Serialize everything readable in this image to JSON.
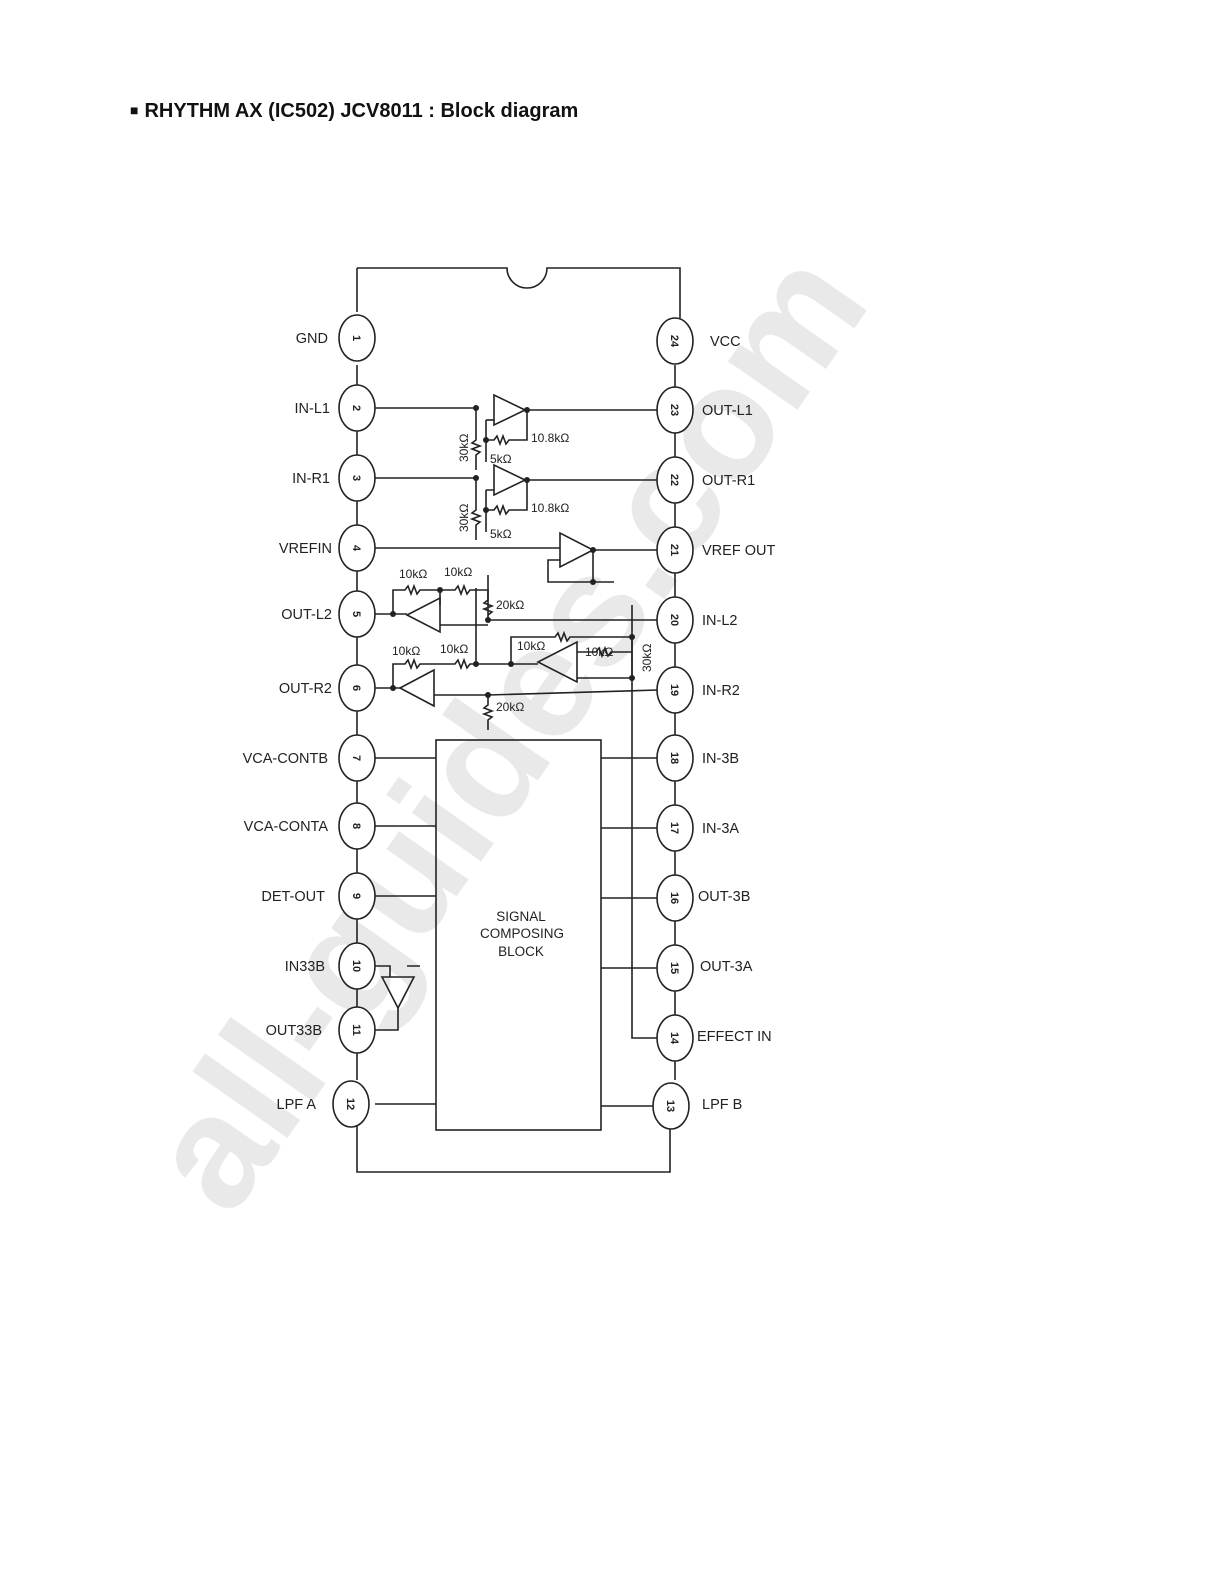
{
  "title": "RHYTHM AX (IC502) JCV8011 : Block diagram",
  "watermark": "all-guides.com",
  "block": {
    "lines": [
      "SIGNAL",
      "COMPOSING",
      "BLOCK"
    ]
  },
  "pins_left": [
    {
      "num": "1",
      "label": "GND"
    },
    {
      "num": "2",
      "label": "IN-L1"
    },
    {
      "num": "3",
      "label": "IN-R1"
    },
    {
      "num": "4",
      "label": "VREFIN"
    },
    {
      "num": "5",
      "label": "OUT-L2"
    },
    {
      "num": "6",
      "label": "OUT-R2"
    },
    {
      "num": "7",
      "label": "VCA-CONTB"
    },
    {
      "num": "8",
      "label": "VCA-CONTA"
    },
    {
      "num": "9",
      "label": "DET-OUT"
    },
    {
      "num": "10",
      "label": "IN33B"
    },
    {
      "num": "11",
      "label": "OUT33B"
    },
    {
      "num": "12",
      "label": "LPF A"
    }
  ],
  "pins_right": [
    {
      "num": "24",
      "label": "VCC"
    },
    {
      "num": "23",
      "label": "OUT-L1"
    },
    {
      "num": "22",
      "label": "OUT-R1"
    },
    {
      "num": "21",
      "label": "VREF OUT"
    },
    {
      "num": "20",
      "label": "IN-L2"
    },
    {
      "num": "19",
      "label": "IN-R2"
    },
    {
      "num": "18",
      "label": "IN-3B"
    },
    {
      "num": "17",
      "label": "IN-3A"
    },
    {
      "num": "16",
      "label": "OUT-3B"
    },
    {
      "num": "15",
      "label": "OUT-3A"
    },
    {
      "num": "14",
      "label": "EFFECT IN"
    },
    {
      "num": "13",
      "label": "LPF B"
    }
  ],
  "resistors": {
    "r1_fb": "10.8kΩ",
    "r1_in": "30kΩ",
    "r1_gnd": "5kΩ",
    "r2_fb": "10.8kΩ",
    "r2_in": "30kΩ",
    "r2_gnd": "5kΩ",
    "l2_a": "10kΩ",
    "l2_b": "10kΩ",
    "l2_c": "20kΩ",
    "r2_a": "10kΩ",
    "r2_b": "10kΩ",
    "mix_a": "10kΩ",
    "mix_b": "10kΩ",
    "mix_c": "30kΩ",
    "r2_d": "20kΩ"
  }
}
